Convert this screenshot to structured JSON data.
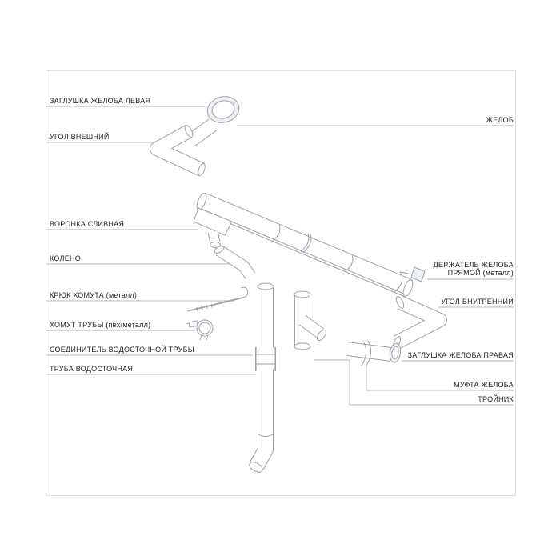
{
  "diagram": {
    "labels_left": [
      {
        "id": "gutter-end-cap-left",
        "text": "ЗАГЛУШКА ЖЕЛОБА ЛЕВАЯ"
      },
      {
        "id": "outer-corner",
        "text": "УГОЛ ВНЕШНИЙ"
      },
      {
        "id": "drain-funnel",
        "text": "ВОРОНКА СЛИВНАЯ"
      },
      {
        "id": "elbow",
        "text": "КОЛЕНО"
      },
      {
        "id": "clamp-hook",
        "text": "КРЮК ХОМУТА (металл)"
      },
      {
        "id": "pipe-clamp",
        "text": "ХОМУТ ТРУБЫ (пвх/металл)"
      },
      {
        "id": "downpipe-connector",
        "text": "СОЕДИНИТЕЛЬ ВОДОСТОЧНОЙ ТРУБЫ"
      },
      {
        "id": "downpipe",
        "text": "ТРУБА ВОДОСТОЧНАЯ"
      }
    ],
    "labels_right": [
      {
        "id": "gutter",
        "text": "ЖЕЛОБ"
      },
      {
        "id": "gutter-holder-straight",
        "text": "ДЕРЖАТЕЛЬ ЖЕЛОБА ПРЯМОЙ (металл)"
      },
      {
        "id": "inner-corner",
        "text": "УГОЛ ВНУТРЕННИЙ"
      },
      {
        "id": "gutter-end-cap-right",
        "text": "ЗАГЛУШКА ЖЕЛОБА ПРАВАЯ"
      },
      {
        "id": "gutter-coupling",
        "text": "МУФТА ЖЕЛОБА"
      },
      {
        "id": "tee",
        "text": "ТРОЙНИК"
      }
    ],
    "colors": {
      "line": "#9aa2aa",
      "leader": "#b2b7bd",
      "text": "#23252d",
      "frame": "#dfe1e4",
      "fill_light": "#eef0f3"
    }
  }
}
